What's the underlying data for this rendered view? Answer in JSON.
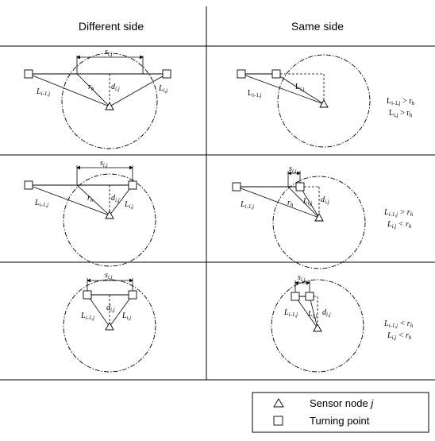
{
  "headers": {
    "different": "Different side",
    "same": "Same side"
  },
  "labels": {
    "s": "s",
    "s_sub": "i,j",
    "d": "d",
    "d_sub": "i,j",
    "r": "r",
    "r_sub": "h",
    "Lprev": "L",
    "Lprev_sub": "i-1,j",
    "Lcur": "L",
    "Lcur_sub": "i,j"
  },
  "conditions": [
    {
      "line1": "L",
      "line1_sub": "i-1,j",
      "line1_rel": " > r",
      "line1_rsub": "h",
      "line2": "L",
      "line2_sub": "i,j",
      "line2_rel": " > r",
      "line2_rsub": "h"
    },
    {
      "line1": "L",
      "line1_sub": "i-1,j",
      "line1_rel": " > r",
      "line1_rsub": "h",
      "line2": "L",
      "line2_sub": "i,j",
      "line2_rel": " < r",
      "line2_rsub": "h"
    },
    {
      "line1": "L",
      "line1_sub": "i-1,j",
      "line1_rel": " < r",
      "line1_rsub": "h",
      "line2": "L",
      "line2_sub": "i,j",
      "line2_rel": " < r",
      "line2_rsub": "h"
    }
  ],
  "legend": {
    "sensor_label": "Sensor node ",
    "sensor_italic": "j",
    "turning_label": "Turning point"
  }
}
